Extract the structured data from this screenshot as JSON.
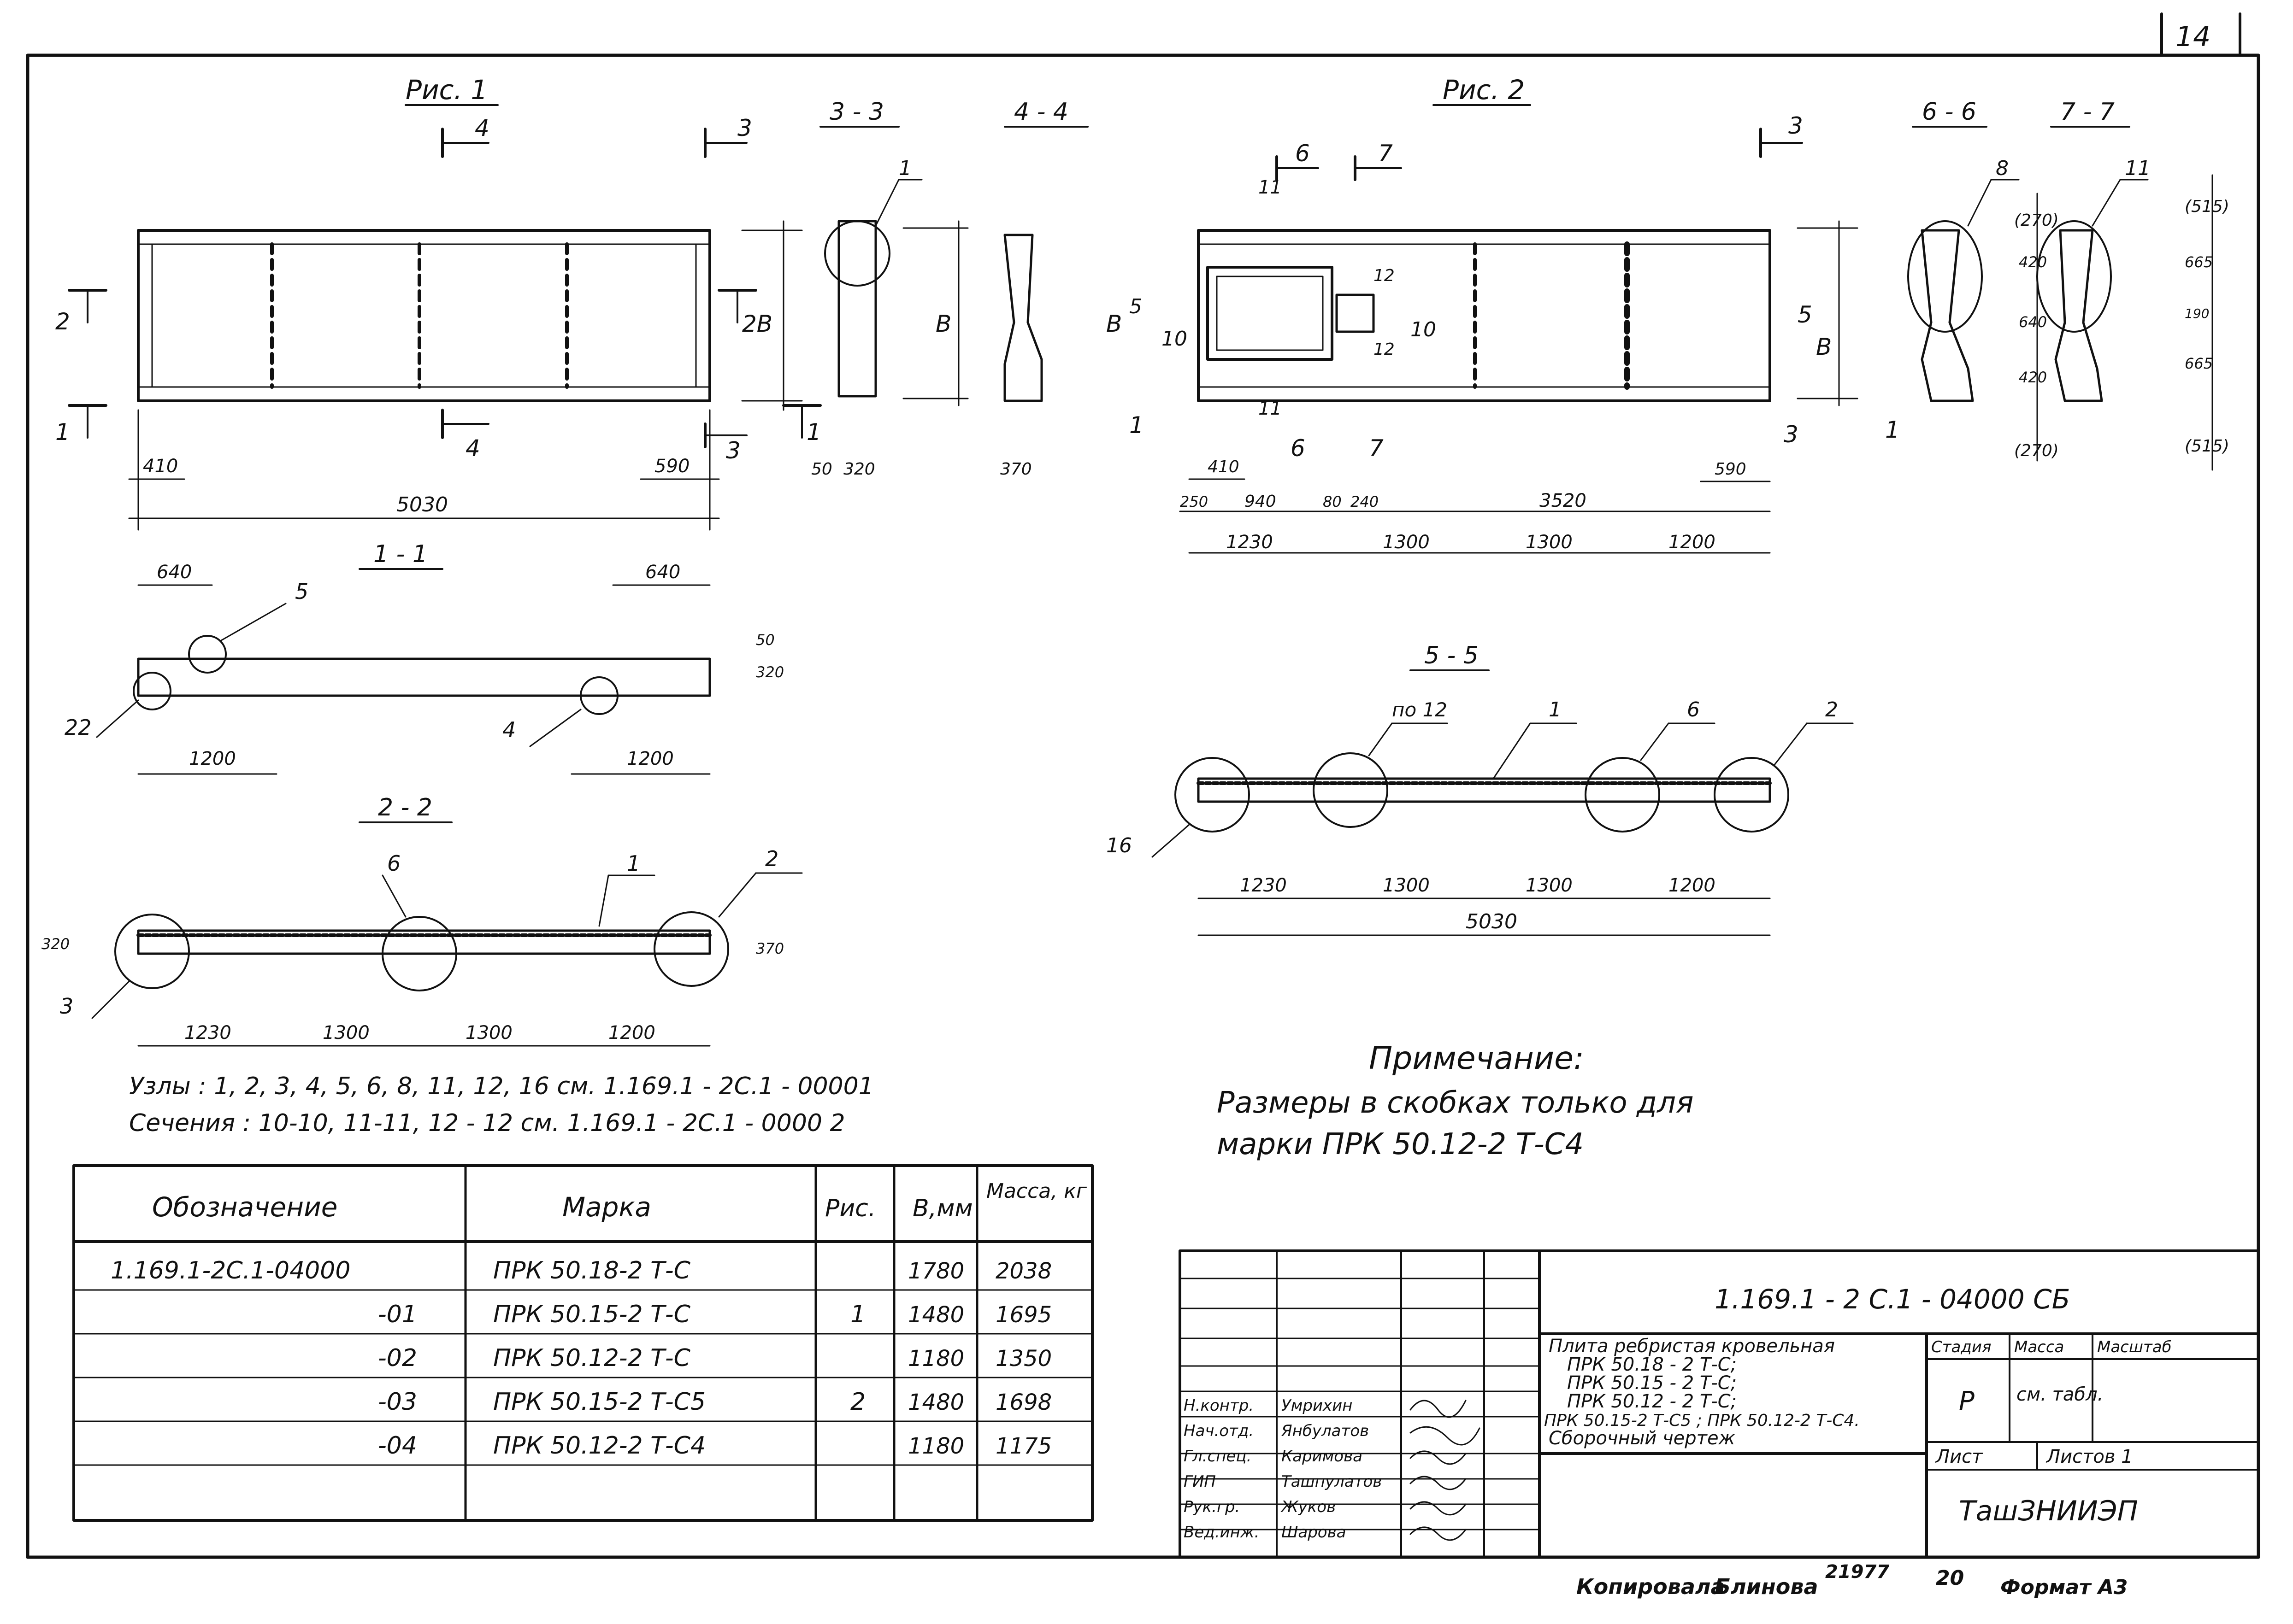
{
  "sheet_number": "14",
  "fig1": {
    "title": "Рис. 1",
    "cut_labels": {
      "c4": "4",
      "c3": "3",
      "c2": "2",
      "c1": "1",
      "c22": "2В",
      "b": "В"
    },
    "dims": {
      "d410": "410",
      "d590": "590",
      "d5030": "5030",
      "d50": "50",
      "d320": "320",
      "d370": "370"
    }
  },
  "sec33": {
    "title": "3 - 3",
    "leader": "1"
  },
  "sec44": {
    "title": "4 - 4"
  },
  "sec11": {
    "title": "1 - 1",
    "dims": {
      "a": "640",
      "b": "640",
      "c": "1200",
      "d": "1200",
      "e": "50",
      "f": "320"
    },
    "nodes": {
      "n5": "5",
      "n4": "4",
      "n22": "22"
    }
  },
  "sec22": {
    "title": "2 - 2",
    "dims": {
      "a": "1230",
      "b": "1300",
      "c": "1300",
      "d": "1200",
      "e": "320",
      "f": "370"
    },
    "nodes": {
      "n6": "6",
      "n1": "1",
      "n2": "2",
      "n3": "3"
    }
  },
  "fig2": {
    "title": "Рис. 2",
    "cut_labels": {
      "c6": "6",
      "c7": "7",
      "c11": "11",
      "c3": "3",
      "c5": "5",
      "c10": "10",
      "c12": "12",
      "c1": "1",
      "b": "В"
    },
    "dims": {
      "d250": "250",
      "d940": "940",
      "d80": "80",
      "d240": "240",
      "d3520": "3520",
      "d410": "410",
      "d590": "590",
      "d1230": "1230",
      "d1300a": "1300",
      "d1300b": "1300",
      "d1200": "1200"
    }
  },
  "sec66": {
    "title": "6 - 6",
    "leader": "8"
  },
  "sec77": {
    "title": "7 - 7",
    "leader": "11",
    "dims": {
      "a": "(270)",
      "b": "420",
      "c": "640",
      "d": "420",
      "e": "(270)",
      "f": "(515)",
      "g": "665",
      "h": "190",
      "i": "665",
      "j": "(515)"
    }
  },
  "sec55": {
    "title": "5 - 5",
    "nodes": {
      "n12": "по 12",
      "n1": "1",
      "n6": "6",
      "n2": "2",
      "n16": "16"
    },
    "dims": {
      "a": "1230",
      "b": "1300",
      "c": "1300",
      "d": "1200",
      "total": "5030"
    }
  },
  "notes": {
    "nodes_line": "Узлы : 1, 2, 3, 4, 5, 6, 8, 11,      12, 16  см.  1.169.1 - 2С.1 - 00001",
    "sections_line": "Сечения : 10-10,  11-11,  12 - 12   см.  1.169.1 - 2С.1  -  0000 2",
    "remark_title": "Примечание:",
    "remark_line1": "Размеры в скобках только для",
    "remark_line2": "марки ПРК 50.12-2 Т-С4"
  },
  "spec_table": {
    "headers": [
      "Обозначение",
      "Марка",
      "Рис.",
      "В,мм",
      "Масса, кг"
    ],
    "rows": [
      {
        "code": "1.169.1-2С.1-04000",
        "mark": "ПРК 50.18-2  Т-С",
        "fig": "",
        "b": "1780",
        "mass": "2038"
      },
      {
        "code": "-01",
        "mark": "ПРК 50.15-2  Т-С",
        "fig": "1",
        "b": "1480",
        "mass": "1695"
      },
      {
        "code": "-02",
        "mark": "ПРК 50.12-2  Т-С",
        "fig": "",
        "b": "1180",
        "mass": "1350"
      },
      {
        "code": "-03",
        "mark": "ПРК 50.15-2  Т-С5",
        "fig": "2",
        "b": "1480",
        "mass": "1698"
      },
      {
        "code": "-04",
        "mark": "ПРК 50.12-2  Т-С4",
        "fig": "",
        "b": "1180",
        "mass": "1175"
      }
    ]
  },
  "title_block": {
    "doc_code": "1.169.1 - 2 С.1 - 04000 СБ",
    "title_lines": [
      "Плита ребристая кровельная",
      "ПРК 50.18 - 2  Т-С;",
      "ПРК 50.15 - 2  Т-С;",
      "ПРК 50.12 - 2  Т-С;",
      "ПРК 50.15-2 Т-С5 ; ПРК 50.12-2 Т-С4.",
      "Сборочный  чертеж"
    ],
    "stage_label": "Стадия",
    "stage": "Р",
    "mass_label": "Масса",
    "mass": "см. табл.",
    "scale_label": "Масштаб",
    "sheet_label": "Лист",
    "sheets_label": "Листов 1",
    "org": "ТашЗНИИЭП",
    "staff": [
      {
        "role": "Н.контр.",
        "name": "Умрихин"
      },
      {
        "role": "Нач.отд.",
        "name": "Янбулатов"
      },
      {
        "role": "Гл.спец.",
        "name": "Каримова"
      },
      {
        "role": "ГИП",
        "name": "Ташпулатов"
      },
      {
        "role": "Рук.гр.",
        "name": "Жуков"
      },
      {
        "role": "Вед.инж.",
        "name": "Шарова"
      }
    ]
  },
  "footer": {
    "copied": "Копировала",
    "name": "Блинова",
    "num": "21977",
    "num2": "20",
    "format": "Формат А3"
  }
}
